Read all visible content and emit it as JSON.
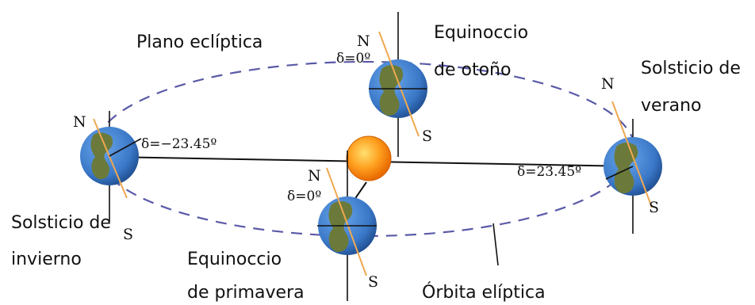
{
  "labels": {
    "plano": "Plano eclíptica",
    "equinoccio_otono_l1": "Equinoccio",
    "equinoccio_otono_l2": "de otoño",
    "solsticio_verano_l1": "Solsticio de",
    "solsticio_verano_l2": "verano",
    "solsticio_invierno_l1": "Solsticio de",
    "solsticio_invierno_l2": "invierno",
    "equinoccio_primavera_l1": "Equinoccio",
    "equinoccio_primavera_l2": "de primavera",
    "orbita": "Órbita elíptica"
  },
  "poles": {
    "north": "N",
    "south": "S"
  },
  "declinations": {
    "invierno": "δ=−23.45º",
    "verano": "δ=23.45º",
    "otono": "δ=0º",
    "primavera": "δ=0º"
  },
  "colors": {
    "ocean": "#3a78c8",
    "land": "#6b7a3a",
    "sun": "#ffa020",
    "orbit": "#5a5aa8",
    "tilt_axis": "#f0a850"
  }
}
